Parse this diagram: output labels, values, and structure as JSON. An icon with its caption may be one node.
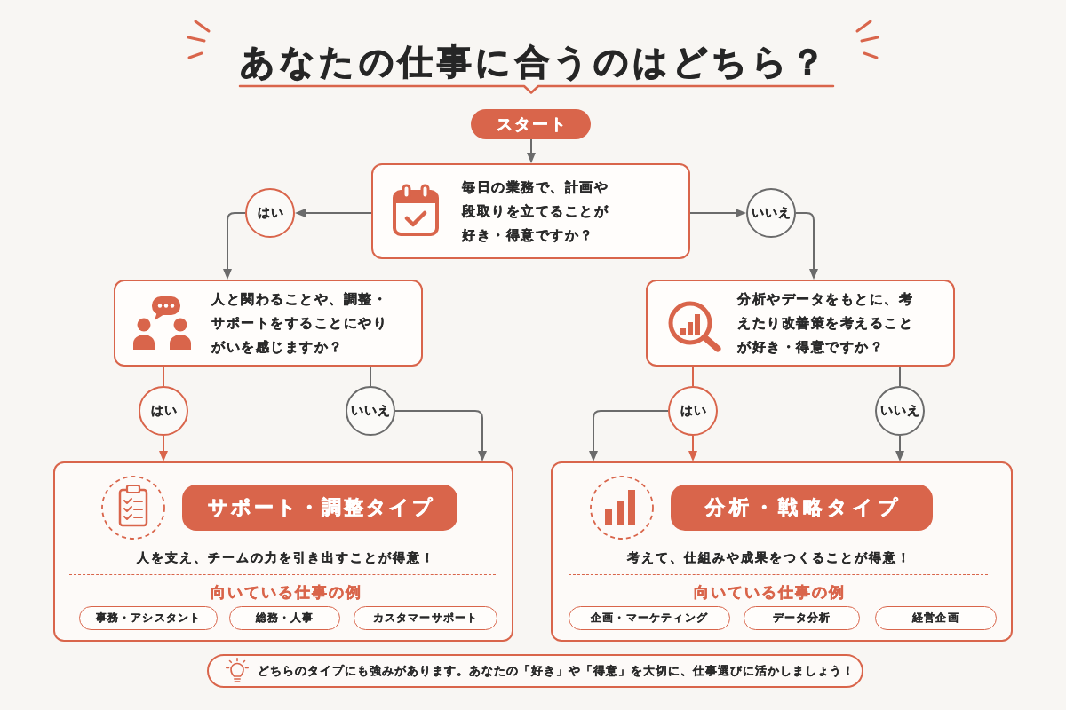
{
  "diagram": {
    "title": "あなたの仕事に合うのはどちら？",
    "nodes": [
      {
        "text": [
          "スタート"
        ]
      },
      {
        "text": [
          "毎日の業務で、計画や段取りを立てることが好き・得意ですか？"
        ]
      },
      {
        "text": [
          "はい"
        ]
      },
      {
        "text": [
          "いいえ"
        ]
      },
      {
        "text": [
          "人と関わることや、調整・サポートをすることにやりがいを感じますか？"
        ]
      },
      {
        "text": [
          "分析やデータをもとに、考えたり改善策を考えることが好き・得意ですか？"
        ]
      },
      {
        "text": [
          "はい"
        ]
      },
      {
        "text": [
          "いいえ"
        ]
      },
      {
        "text": [
          "はい"
        ]
      },
      {
        "text": [
          "いいえ"
        ]
      },
      {
        "text": [
          "人を支え、チームの力を引き出すことが得意！",
          "向いている仕事の例"
        ]
      },
      {
        "text": [
          "サポート・調整タイプ"
        ],
        "in": 10
      },
      {
        "text": [
          "事務・アシスタント"
        ],
        "in": 10
      },
      {
        "text": [
          "総務・人事"
        ],
        "in": 10
      },
      {
        "text": [
          "カスタマーサポート"
        ],
        "in": 10
      },
      {
        "text": [
          "考えて、仕組みや成果をつくることが得意！",
          "向いている仕事の例"
        ]
      },
      {
        "text": [
          "分析・戦略タイプ"
        ],
        "in": 15
      },
      {
        "text": [
          "企画・マーケティング"
        ],
        "in": 15
      },
      {
        "text": [
          "データ分析"
        ],
        "in": 15
      },
      {
        "text": [
          "経営企画"
        ],
        "in": 15
      },
      {
        "text": [
          "どちらのタイプにも強みがあります。あなたの「好き」や「得意」を大切に、仕事選びに活かしましょう！"
        ]
      }
    ],
    "edges": [
      {
        "from": 0,
        "to": 1,
        "arrow": "to"
      },
      {
        "from": 1,
        "to": 2,
        "arrow": "to"
      },
      {
        "from": 1,
        "to": 3,
        "arrow": "to"
      },
      {
        "from": 2,
        "to": 4,
        "arrow": "to"
      },
      {
        "from": 3,
        "to": 5,
        "arrow": "to"
      },
      {
        "from": 4,
        "to": 6,
        "arrow": "none",
        "color": "#d9654b"
      },
      {
        "from": 6,
        "to": 10,
        "arrow": "to",
        "color": "#d9654b"
      },
      {
        "from": 4,
        "to": 7,
        "arrow": "none"
      },
      {
        "from": 7,
        "to": 10,
        "arrow": "to"
      },
      {
        "from": 5,
        "to": 8,
        "arrow": "none",
        "color": "#d9654b"
      },
      {
        "from": 8,
        "to": 15,
        "arrow": "to",
        "color": "#d9654b"
      },
      {
        "from": 8,
        "to": 15,
        "arrow": "to"
      },
      {
        "from": 5,
        "to": 9,
        "arrow": "none"
      },
      {
        "from": 9,
        "to": 15,
        "arrow": "to"
      }
    ]
  }
}
